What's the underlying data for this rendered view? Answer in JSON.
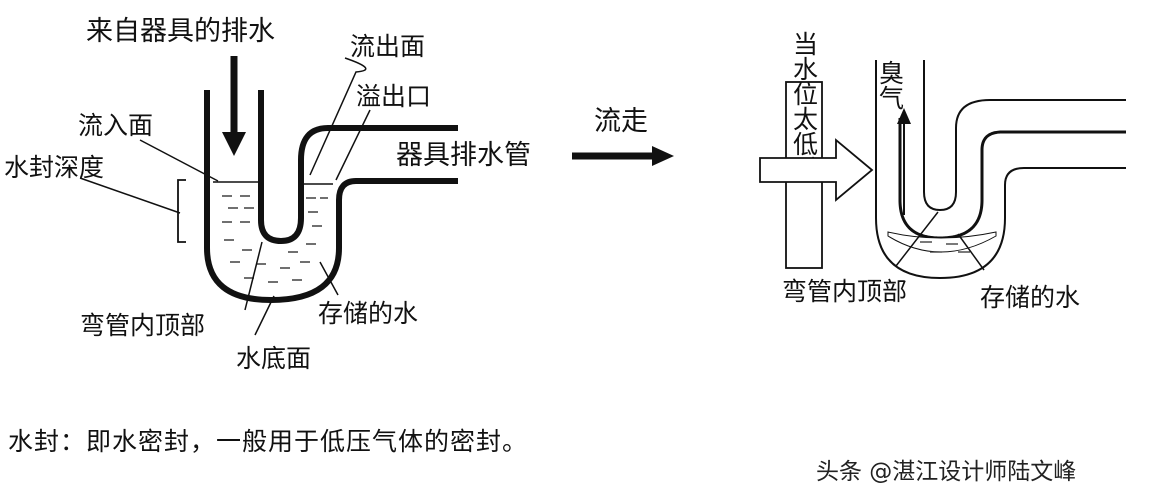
{
  "left_diagram": {
    "inflow_label": "来自器具的排水",
    "outflow_surface_label": "流出面",
    "overflow_outlet_label": "溢出口",
    "inflow_surface_label": "流入面",
    "fixture_drain_label": "器具排水管",
    "flow_away_label": "流走",
    "seal_depth_label": "水封深度",
    "trap_crown_label": "弯管内顶部",
    "stored_water_label": "存储的水",
    "water_bottom_label": "水底面"
  },
  "right_diagram": {
    "low_water_label": "当水位太低时",
    "odor_label": "臭气",
    "trap_crown_label": "弯管内顶部",
    "stored_water_label": "存储的水"
  },
  "caption": "水封：即水密封，一般用于低压气体的密封。",
  "watermark": "头条 @湛江设计师陆文峰"
}
